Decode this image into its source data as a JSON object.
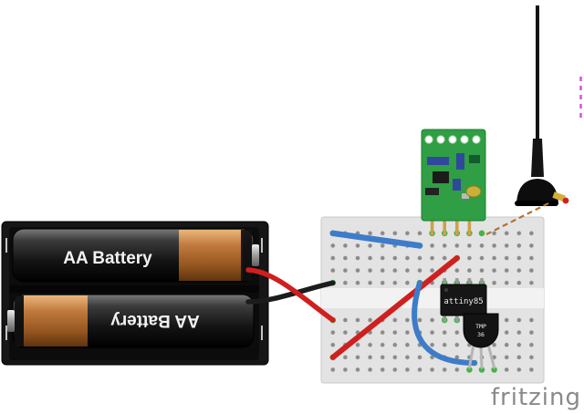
{
  "labels": {
    "battery_top": "AA Battery",
    "battery_bottom": "AA Battery",
    "mcu": "attiny85",
    "sensor_line1": "TMP",
    "sensor_line2": "36",
    "watermark": "fritzing"
  },
  "colors": {
    "breadboard": "#e3e3e3",
    "breadboard_channel": "#f2f2f2",
    "board_dot": "#8a8a8a",
    "hole_active": "#44b449",
    "wire_red": "#d01f1f",
    "wire_black": "#1c1c1c",
    "wire_blue": "#3d7cc9",
    "pcb_green": "#2f9e44",
    "battery_body": "#161616",
    "battery_copper": "#c07a3e",
    "dashed_cable": "#b5702f",
    "offscreen_wire": "#d94fd9",
    "watermark_gray": "#8a8a8a"
  }
}
